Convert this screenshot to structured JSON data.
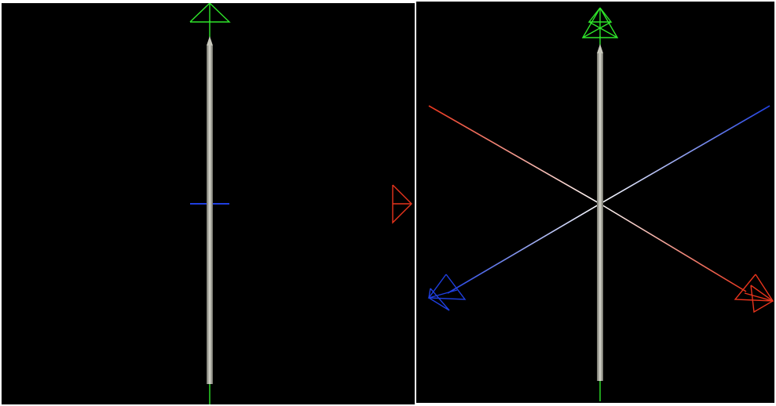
{
  "views": [
    {
      "id": "front",
      "projection": "front"
    },
    {
      "id": "perspective",
      "projection": "isometric"
    }
  ],
  "axes": [
    {
      "axis": "x",
      "color": "#e8341c"
    },
    {
      "axis": "y",
      "color": "#2fe52a"
    },
    {
      "axis": "z",
      "color": "#1f3fe0"
    }
  ],
  "center_color": "#ffffff",
  "rod_color": "#b8b8ac",
  "background": "#000000"
}
